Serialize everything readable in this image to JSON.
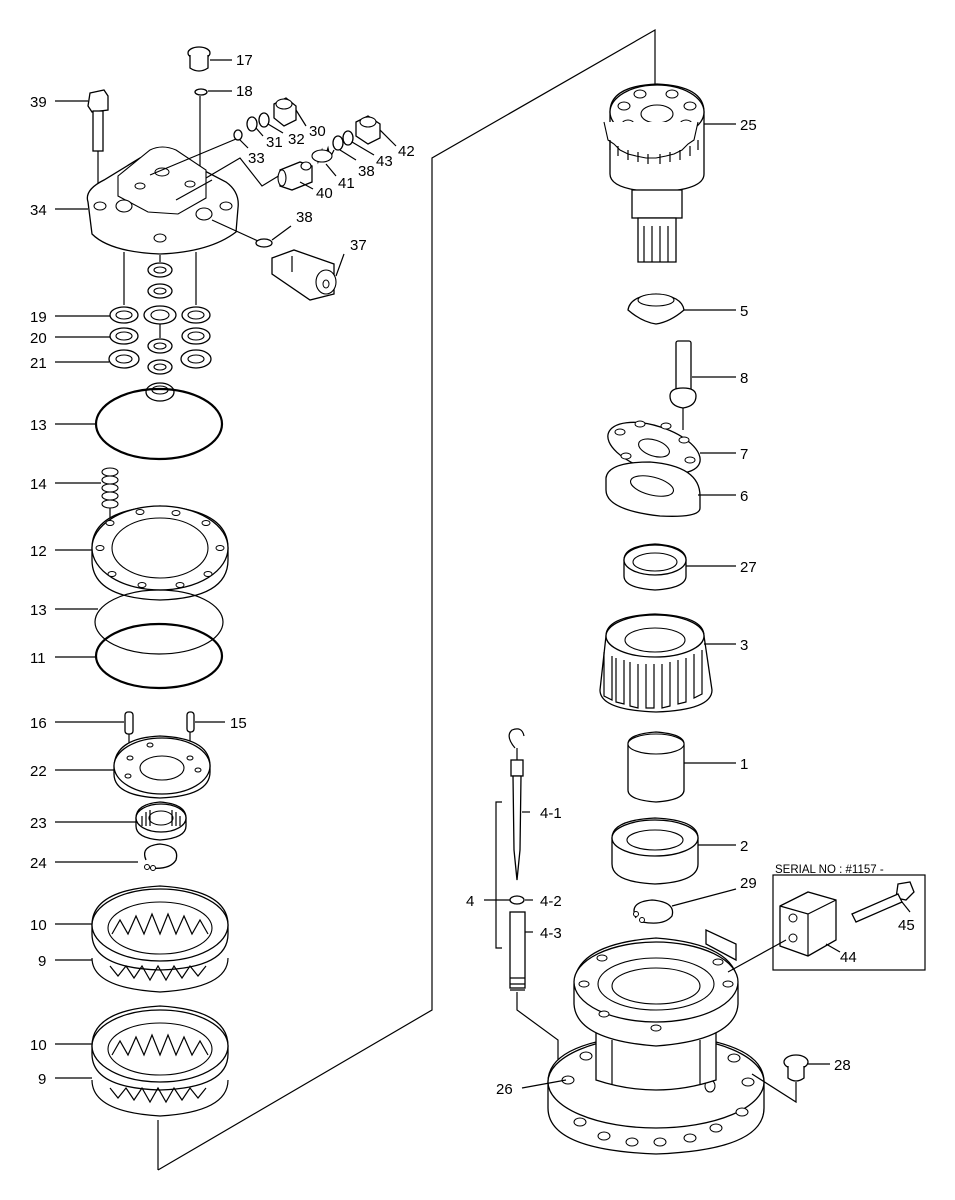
{
  "labels": {
    "n1": "1",
    "n2": "2",
    "n3": "3",
    "n4": "4",
    "n4_1": "4-1",
    "n4_2": "4-2",
    "n4_3": "4-3",
    "n5": "5",
    "n6": "6",
    "n7": "7",
    "n8": "8",
    "n9a": "9",
    "n9b": "9",
    "n10a": "10",
    "n10b": "10",
    "n11": "11",
    "n12": "12",
    "n13a": "13",
    "n13b": "13",
    "n14": "14",
    "n15": "15",
    "n16": "16",
    "n17": "17",
    "n18": "18",
    "n19": "19",
    "n20": "20",
    "n21": "21",
    "n22": "22",
    "n23": "23",
    "n24": "24",
    "n25": "25",
    "n26": "26",
    "n27": "27",
    "n28": "28",
    "n29": "29",
    "n30": "30",
    "n31": "31",
    "n32": "32",
    "n33": "33",
    "n34": "34",
    "n37": "37",
    "n38a": "38",
    "n38b": "38",
    "n39": "39",
    "n40": "40",
    "n41": "41",
    "n42": "42",
    "n43": "43",
    "n44": "44",
    "n45": "45"
  },
  "serial_note": "SERIAL NO : #1157 -"
}
